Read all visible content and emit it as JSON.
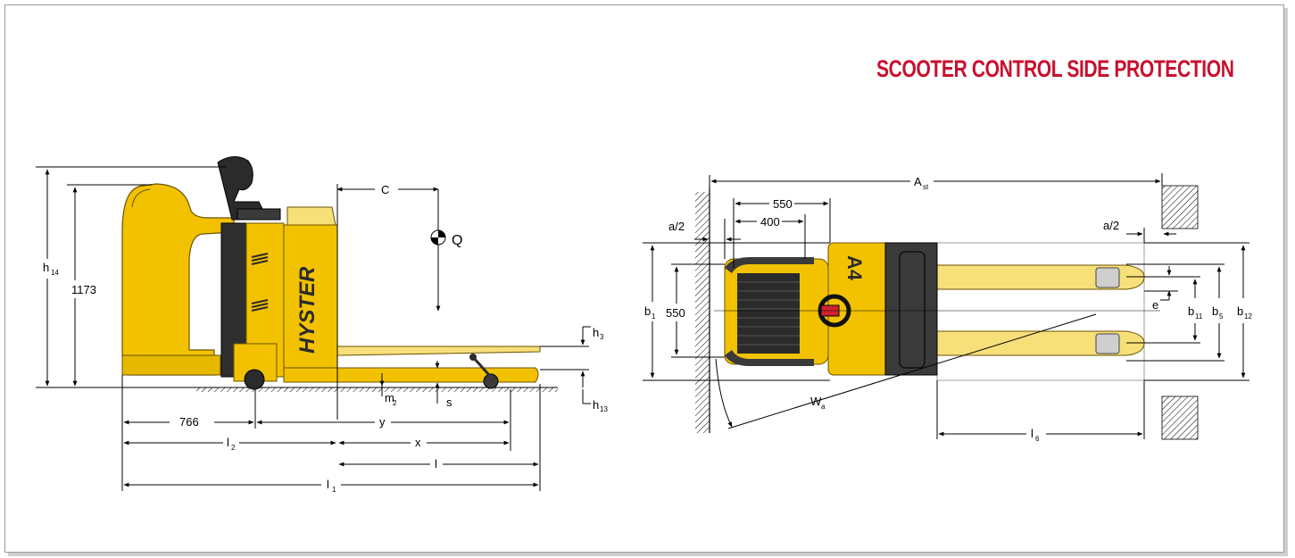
{
  "title": "SCOOTER CONTROL SIDE PROTECTION",
  "side_view": {
    "brand": "HYSTER",
    "labels": {
      "c": "C",
      "q": "Q",
      "h14": "h",
      "h14_sub": "14",
      "height_1173": "1173",
      "h3": "h",
      "h3_sub": "3",
      "h13": "h",
      "h13_sub": "13",
      "m2": "m",
      "m2_sub": "2",
      "s": "s",
      "d766": "766",
      "y": "y",
      "l2": "l",
      "l2_sub": "2",
      "x": "x",
      "l": "l",
      "l1": "l",
      "l1_sub": "1"
    }
  },
  "top_view": {
    "model_badge": "A4",
    "labels": {
      "ast": "A",
      "ast_sub": "st",
      "d550_top": "550",
      "d400": "400",
      "a2_left": "a/2",
      "a2_right": "a/2",
      "b1": "b",
      "b1_sub": "1",
      "d550_left": "550",
      "e": "e",
      "b11": "b",
      "b11_sub": "11",
      "b5": "b",
      "b5_sub": "5",
      "b12": "b",
      "b12_sub": "12",
      "wa": "W",
      "wa_sub": "a",
      "l6": "l",
      "l6_sub": "6"
    }
  },
  "colors": {
    "truck_yellow": "#f2c200",
    "fork_yellow": "#f7df7a",
    "title_red": "#c8102e",
    "dark": "#2b2b2b"
  }
}
